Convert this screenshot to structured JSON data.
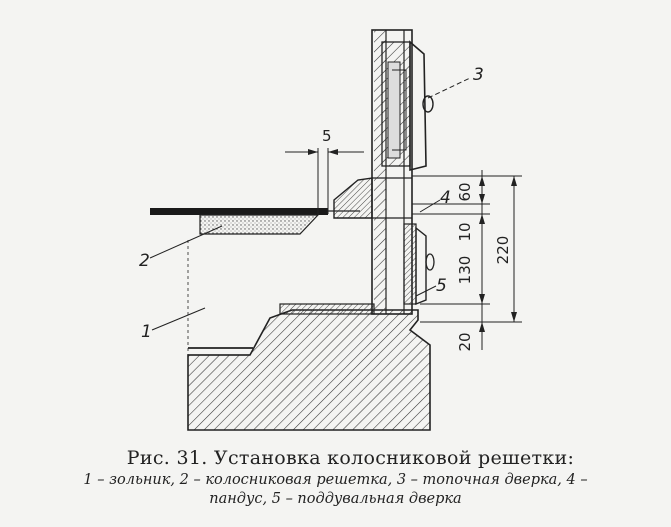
{
  "figure": {
    "caption_title": "Рис. 31. Установка колосниковой решетки:",
    "legend_line1": "1 – зольник, 2 – колосниковая решетка, 3 – топочная дверка, 4 –",
    "legend_line2": "пандус, 5 – поддувальная дверка"
  },
  "callouts": {
    "c1": "1",
    "c2": "2",
    "c3": "3",
    "c4": "4",
    "c5": "5",
    "gap": "5"
  },
  "dimensions": {
    "d60": "60",
    "d10": "10",
    "d130": "130",
    "d20": "20",
    "d220": "220"
  }
}
